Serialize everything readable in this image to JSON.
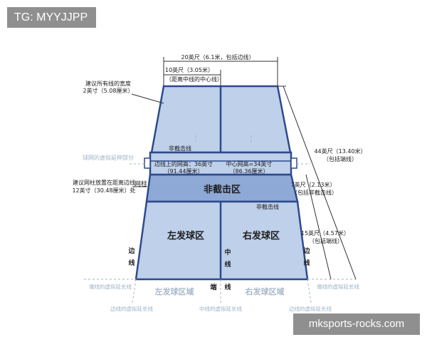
{
  "watermark_top": "TG: MYYJJPP",
  "watermark_bottom": "mksports-rocks.com",
  "dimensions": {
    "width_20ft": "20英尺（6.1米，包括边线）",
    "half_10ft": "10英尺（3.05米）",
    "half_10ft_note": "（距离中线的中心线）",
    "line_width_title": "建议所有线的宽度",
    "line_width_value": "2英寸（5.08厘米）",
    "length_44ft": "44英尺（13.40米）",
    "length_44ft_note": "（包括端线）",
    "nonvolley_7ft": "7英尺（2.13米）",
    "nonvolley_7ft_note": "（包括非截击线）",
    "service_15ft": "15英尺（4.57米）",
    "service_15ft_note": "（包括端线）",
    "post_title": "建议网柱放置在距离边线",
    "post_value": "12英寸（30.48厘米）处"
  },
  "net": {
    "sideline_height": "边线上的网高：36英寸",
    "sideline_height_cm": "（91.44厘米）",
    "center_height": "中心网高=34英寸",
    "center_height_cm": "（86.36厘米）",
    "ghost_label": "球网的虚拟延伸部分",
    "post_label": "网柱"
  },
  "court": {
    "nonvolley_line_top": "非截击线",
    "nonvolley_zone": "非截击区",
    "nonvolley_line_bottom": "非截击线",
    "left_service": "左发球区",
    "right_service": "右发球区",
    "center_line": [
      "中",
      "线"
    ],
    "baseline": [
      "端",
      "线"
    ],
    "sideline": [
      "边",
      "线"
    ]
  },
  "extensions": {
    "baseline_ext_left": "端线的虚拟延长线",
    "baseline_ext_right": "端线的虚拟延长线",
    "sideline_ext_left": "边线的虚拟延长线",
    "centerline_ext": "中线的虚拟延长线",
    "sideline_ext_right": "边线的虚拟延长线",
    "left_service_area": "左发球区域",
    "right_service_area": "右发球区域"
  },
  "colors": {
    "court_fill": "#bed0ea",
    "nonvolley_fill": "#8fa9d6",
    "court_line": "#2e4a8c",
    "dim_line": "#333333",
    "ghost": "#9fb3c8"
  }
}
